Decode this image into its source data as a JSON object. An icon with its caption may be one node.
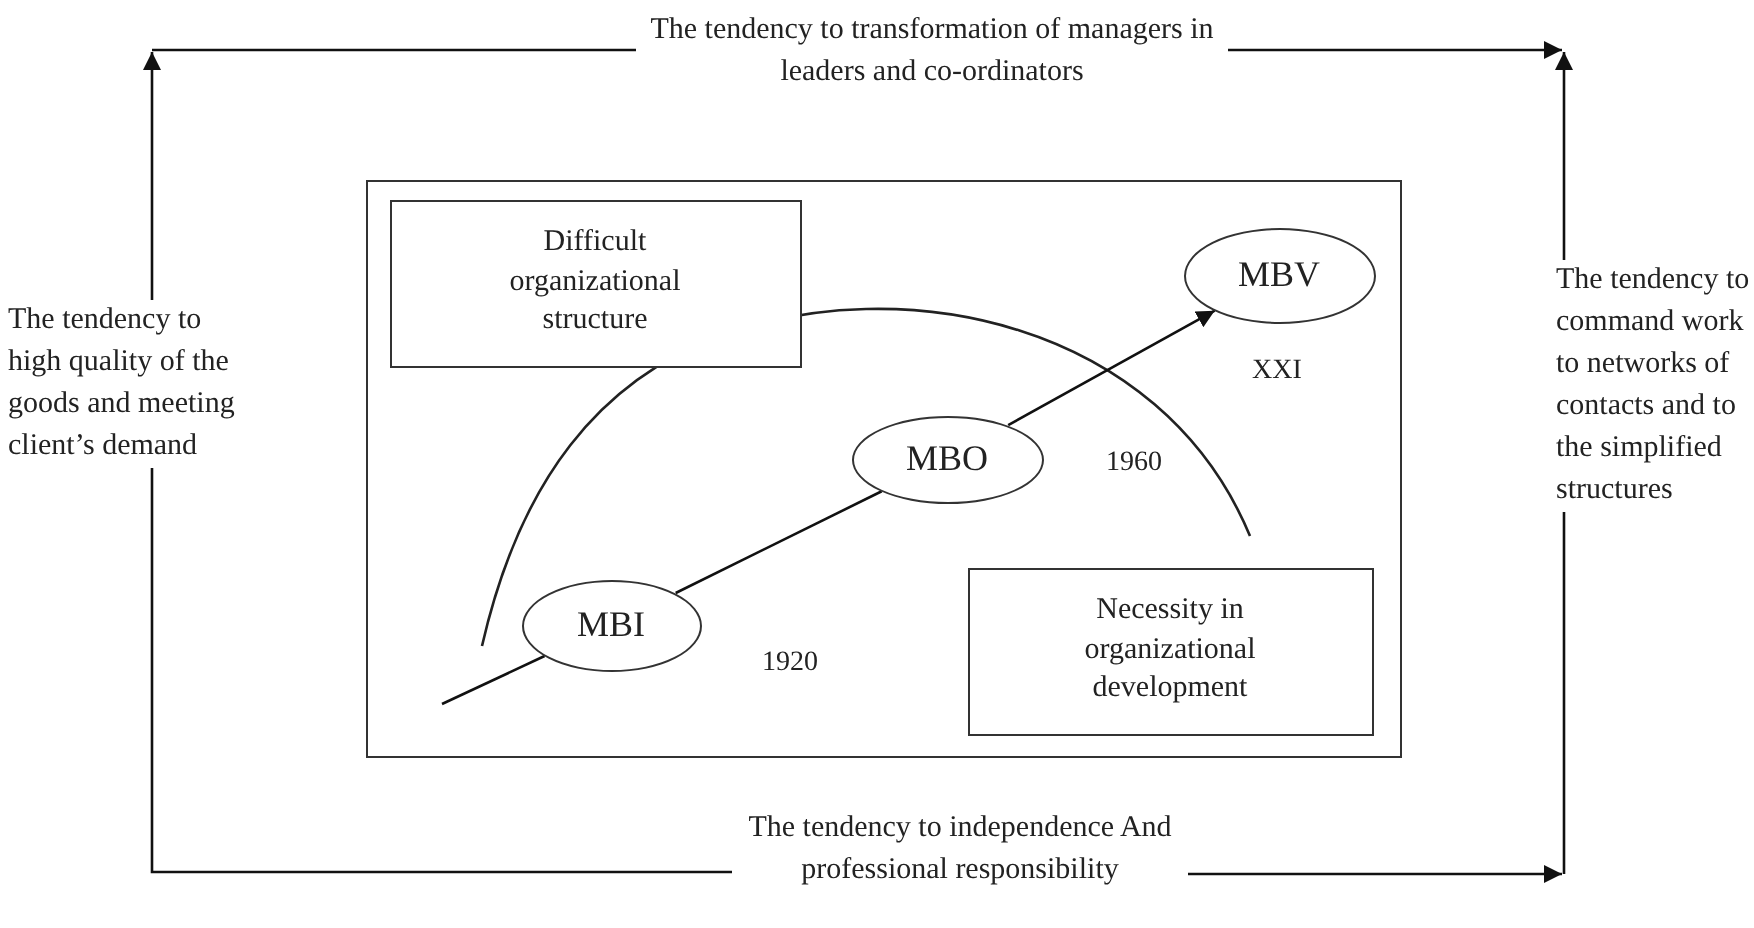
{
  "diagram": {
    "nodes": [
      {
        "text": [
          "The tendency to transformation of managers in leaders and co-ordinators"
        ]
      },
      {
        "text": [
          "The tendency to high quality of the goods and meeting client’s demand"
        ]
      },
      {
        "text": [],
        "shape": "box"
      },
      {
        "text": [
          "Difficult organizational structure"
        ],
        "in": 2
      },
      {
        "text": [
          "MBV"
        ],
        "in": 2
      },
      {
        "text": [
          "MBO"
        ],
        "in": 2
      },
      {
        "text": [
          "MBI"
        ],
        "in": 2
      },
      {
        "text": [
          "Necessity in organizational development"
        ],
        "in": 2
      },
      {
        "text": [
          "The tendency to command work to networks of contacts and to the simplified structures"
        ]
      },
      {
        "text": [
          "The tendency to independence And professional responsibility"
        ]
      }
    ],
    "edges": [
      {
        "from": 1,
        "to": null,
        "arrow": "to"
      },
      {
        "from": null,
        "to": 0,
        "arrow": "none"
      },
      {
        "from": 0,
        "to": null,
        "arrow": "to"
      },
      {
        "from": 8,
        "to": null,
        "arrow": "to"
      },
      {
        "from": 8,
        "to": null,
        "arrow": "none"
      },
      {
        "from": 9,
        "to": null,
        "arrow": "to"
      },
      {
        "from": 9,
        "to": 1,
        "arrow": "none"
      },
      {
        "from": null,
        "to": 6,
        "arrow": "none"
      },
      {
        "from": 6,
        "to": 5,
        "arrow": "none"
      },
      {
        "from": 5,
        "to": 4,
        "arrow": "to"
      }
    ],
    "labels": [
      "XXI",
      "1960",
      "1920"
    ]
  }
}
